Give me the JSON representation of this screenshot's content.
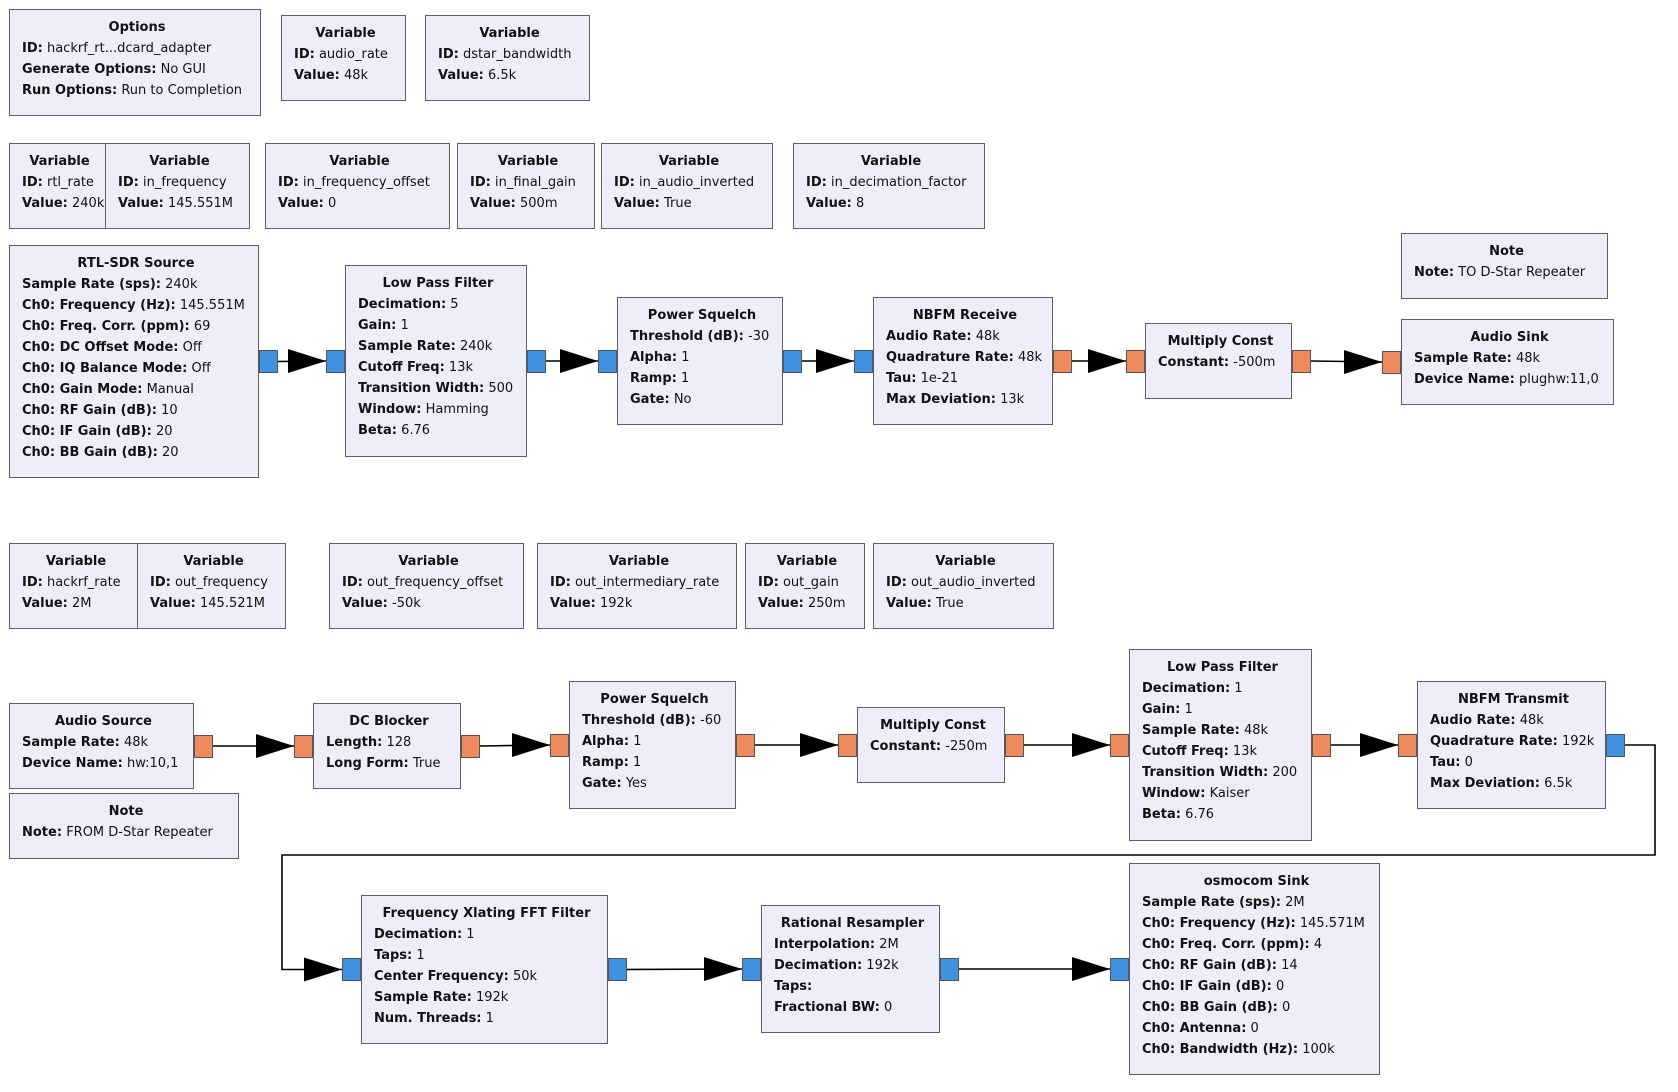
{
  "blocks": [
    {
      "id": "options",
      "title": "Options",
      "rows": [
        [
          "ID:",
          "hackrf_rt...dcard_adapter"
        ],
        [
          "Generate Options:",
          "No GUI"
        ],
        [
          "Run Options:",
          "Run to Completion"
        ]
      ]
    },
    {
      "id": "var-audio-rate",
      "title": "Variable",
      "rows": [
        [
          "ID:",
          "audio_rate"
        ],
        [
          "Value:",
          "48k"
        ]
      ]
    },
    {
      "id": "var-dstar-bandwidth",
      "title": "Variable",
      "rows": [
        [
          "ID:",
          "dstar_bandwidth"
        ],
        [
          "Value:",
          "6.5k"
        ]
      ]
    },
    {
      "id": "var-rtl-rate",
      "title": "Variable",
      "rows": [
        [
          "ID:",
          "rtl_rate"
        ],
        [
          "Value:",
          "240k"
        ]
      ]
    },
    {
      "id": "var-in-frequency",
      "title": "Variable",
      "rows": [
        [
          "ID:",
          "in_frequency"
        ],
        [
          "Value:",
          "145.551M"
        ]
      ]
    },
    {
      "id": "var-in-frequency-offset",
      "title": "Variable",
      "rows": [
        [
          "ID:",
          "in_frequency_offset"
        ],
        [
          "Value:",
          "0"
        ]
      ]
    },
    {
      "id": "var-in-final-gain",
      "title": "Variable",
      "rows": [
        [
          "ID:",
          "in_final_gain"
        ],
        [
          "Value:",
          "500m"
        ]
      ]
    },
    {
      "id": "var-in-audio-inverted",
      "title": "Variable",
      "rows": [
        [
          "ID:",
          "in_audio_inverted"
        ],
        [
          "Value:",
          "True"
        ]
      ]
    },
    {
      "id": "var-in-decimation-factor",
      "title": "Variable",
      "rows": [
        [
          "ID:",
          "in_decimation_factor"
        ],
        [
          "Value:",
          "8"
        ]
      ]
    },
    {
      "id": "note-to-repeater",
      "title": "Note",
      "rows": [
        [
          "Note:",
          "TO D-Star Repeater"
        ]
      ]
    },
    {
      "id": "rtl-sdr-source",
      "title": "RTL-SDR Source",
      "rows": [
        [
          "Sample Rate (sps):",
          "240k"
        ],
        [
          "Ch0: Frequency (Hz):",
          "145.551M"
        ],
        [
          "Ch0: Freq. Corr. (ppm):",
          "69"
        ],
        [
          "Ch0: DC Offset Mode:",
          "Off"
        ],
        [
          "Ch0: IQ Balance Mode:",
          "Off"
        ],
        [
          "Ch0: Gain Mode:",
          "Manual"
        ],
        [
          "Ch0: RF Gain (dB):",
          "10"
        ],
        [
          "Ch0: IF Gain (dB):",
          "20"
        ],
        [
          "Ch0: BB Gain (dB):",
          "20"
        ]
      ]
    },
    {
      "id": "low-pass-filter-rx",
      "title": "Low Pass Filter",
      "rows": [
        [
          "Decimation:",
          "5"
        ],
        [
          "Gain:",
          "1"
        ],
        [
          "Sample Rate:",
          "240k"
        ],
        [
          "Cutoff Freq:",
          "13k"
        ],
        [
          "Transition Width:",
          "500"
        ],
        [
          "Window:",
          "Hamming"
        ],
        [
          "Beta:",
          "6.76"
        ]
      ]
    },
    {
      "id": "power-squelch-rx",
      "title": "Power Squelch",
      "rows": [
        [
          "Threshold (dB):",
          "-30"
        ],
        [
          "Alpha:",
          "1"
        ],
        [
          "Ramp:",
          "1"
        ],
        [
          "Gate:",
          "No"
        ]
      ]
    },
    {
      "id": "nbfm-receive",
      "title": "NBFM Receive",
      "rows": [
        [
          "Audio Rate:",
          "48k"
        ],
        [
          "Quadrature Rate:",
          "48k"
        ],
        [
          "Tau:",
          "1e-21"
        ],
        [
          "Max Deviation:",
          "13k"
        ]
      ]
    },
    {
      "id": "multiply-const-rx",
      "title": "Multiply Const",
      "rows": [
        [
          "Constant:",
          "-500m"
        ]
      ]
    },
    {
      "id": "audio-sink",
      "title": "Audio Sink",
      "rows": [
        [
          "Sample Rate:",
          "48k"
        ],
        [
          "Device Name:",
          "plughw:11,0"
        ]
      ]
    },
    {
      "id": "var-hackrf-rate",
      "title": "Variable",
      "rows": [
        [
          "ID:",
          "hackrf_rate"
        ],
        [
          "Value:",
          "2M"
        ]
      ]
    },
    {
      "id": "var-out-frequency",
      "title": "Variable",
      "rows": [
        [
          "ID:",
          "out_frequency"
        ],
        [
          "Value:",
          "145.521M"
        ]
      ]
    },
    {
      "id": "var-out-frequency-offset",
      "title": "Variable",
      "rows": [
        [
          "ID:",
          "out_frequency_offset"
        ],
        [
          "Value:",
          "-50k"
        ]
      ]
    },
    {
      "id": "var-out-intermediary-rate",
      "title": "Variable",
      "rows": [
        [
          "ID:",
          "out_intermediary_rate"
        ],
        [
          "Value:",
          "192k"
        ]
      ]
    },
    {
      "id": "var-out-gain",
      "title": "Variable",
      "rows": [
        [
          "ID:",
          "out_gain"
        ],
        [
          "Value:",
          "250m"
        ]
      ]
    },
    {
      "id": "var-out-audio-inverted",
      "title": "Variable",
      "rows": [
        [
          "ID:",
          "out_audio_inverted"
        ],
        [
          "Value:",
          "True"
        ]
      ]
    },
    {
      "id": "audio-source",
      "title": "Audio Source",
      "rows": [
        [
          "Sample Rate:",
          "48k"
        ],
        [
          "Device Name:",
          "hw:10,1"
        ]
      ]
    },
    {
      "id": "note-from-repeater",
      "title": "Note",
      "rows": [
        [
          "Note:",
          "FROM D-Star Repeater"
        ]
      ]
    },
    {
      "id": "dc-blocker",
      "title": "DC Blocker",
      "rows": [
        [
          "Length:",
          "128"
        ],
        [
          "Long Form:",
          "True"
        ]
      ]
    },
    {
      "id": "power-squelch-tx",
      "title": "Power Squelch",
      "rows": [
        [
          "Threshold (dB):",
          "-60"
        ],
        [
          "Alpha:",
          "1"
        ],
        [
          "Ramp:",
          "1"
        ],
        [
          "Gate:",
          "Yes"
        ]
      ]
    },
    {
      "id": "multiply-const-tx",
      "title": "Multiply Const",
      "rows": [
        [
          "Constant:",
          "-250m"
        ]
      ]
    },
    {
      "id": "low-pass-filter-tx",
      "title": "Low Pass Filter",
      "rows": [
        [
          "Decimation:",
          "1"
        ],
        [
          "Gain:",
          "1"
        ],
        [
          "Sample Rate:",
          "48k"
        ],
        [
          "Cutoff Freq:",
          "13k"
        ],
        [
          "Transition Width:",
          "200"
        ],
        [
          "Window:",
          "Kaiser"
        ],
        [
          "Beta:",
          "6.76"
        ]
      ]
    },
    {
      "id": "nbfm-transmit",
      "title": "NBFM Transmit",
      "rows": [
        [
          "Audio Rate:",
          "48k"
        ],
        [
          "Quadrature Rate:",
          "192k"
        ],
        [
          "Tau:",
          "0"
        ],
        [
          "Max Deviation:",
          "6.5k"
        ]
      ]
    },
    {
      "id": "freq-xlating-fft-filter",
      "title": "Frequency Xlating FFT Filter",
      "rows": [
        [
          "Decimation:",
          "1"
        ],
        [
          "Taps:",
          "1"
        ],
        [
          "Center Frequency:",
          "50k"
        ],
        [
          "Sample Rate:",
          "192k"
        ],
        [
          "Num. Threads:",
          "1"
        ]
      ]
    },
    {
      "id": "rational-resampler",
      "title": "Rational Resampler",
      "rows": [
        [
          "Interpolation:",
          "2M"
        ],
        [
          "Decimation:",
          "192k"
        ],
        [
          "Taps:",
          ""
        ],
        [
          "Fractional BW:",
          "0"
        ]
      ]
    },
    {
      "id": "osmocom-sink",
      "title": "osmocom Sink",
      "rows": [
        [
          "Sample Rate (sps):",
          "2M"
        ],
        [
          "Ch0: Frequency (Hz):",
          "145.571M"
        ],
        [
          "Ch0: Freq. Corr. (ppm):",
          "4"
        ],
        [
          "Ch0: RF Gain (dB):",
          "14"
        ],
        [
          "Ch0: IF Gain (dB):",
          "0"
        ],
        [
          "Ch0: BB Gain (dB):",
          "0"
        ],
        [
          "Ch0: Antenna:",
          "0"
        ],
        [
          "Ch0: Bandwidth (Hz):",
          "100k"
        ]
      ]
    }
  ],
  "connections": [
    {
      "from": "rtl-sdr-source",
      "to": "low-pass-filter-rx",
      "type": "complex"
    },
    {
      "from": "low-pass-filter-rx",
      "to": "power-squelch-rx",
      "type": "complex"
    },
    {
      "from": "power-squelch-rx",
      "to": "nbfm-receive",
      "type": "complex"
    },
    {
      "from": "nbfm-receive",
      "to": "multiply-const-rx",
      "type": "float"
    },
    {
      "from": "multiply-const-rx",
      "to": "audio-sink",
      "type": "float"
    },
    {
      "from": "audio-source",
      "to": "dc-blocker",
      "type": "float"
    },
    {
      "from": "dc-blocker",
      "to": "power-squelch-tx",
      "type": "float"
    },
    {
      "from": "power-squelch-tx",
      "to": "multiply-const-tx",
      "type": "float"
    },
    {
      "from": "multiply-const-tx",
      "to": "low-pass-filter-tx",
      "type": "float"
    },
    {
      "from": "low-pass-filter-tx",
      "to": "nbfm-transmit",
      "type": "float"
    },
    {
      "from": "nbfm-transmit",
      "to": "freq-xlating-fft-filter",
      "type": "complex"
    },
    {
      "from": "freq-xlating-fft-filter",
      "to": "rational-resampler",
      "type": "complex"
    },
    {
      "from": "rational-resampler",
      "to": "osmocom-sink",
      "type": "complex"
    }
  ],
  "colors": {
    "complex_port": "#3f92e2",
    "float_port": "#ef8a5c",
    "block_fill": "#eeeefa",
    "block_border": "#5f5f5f"
  }
}
